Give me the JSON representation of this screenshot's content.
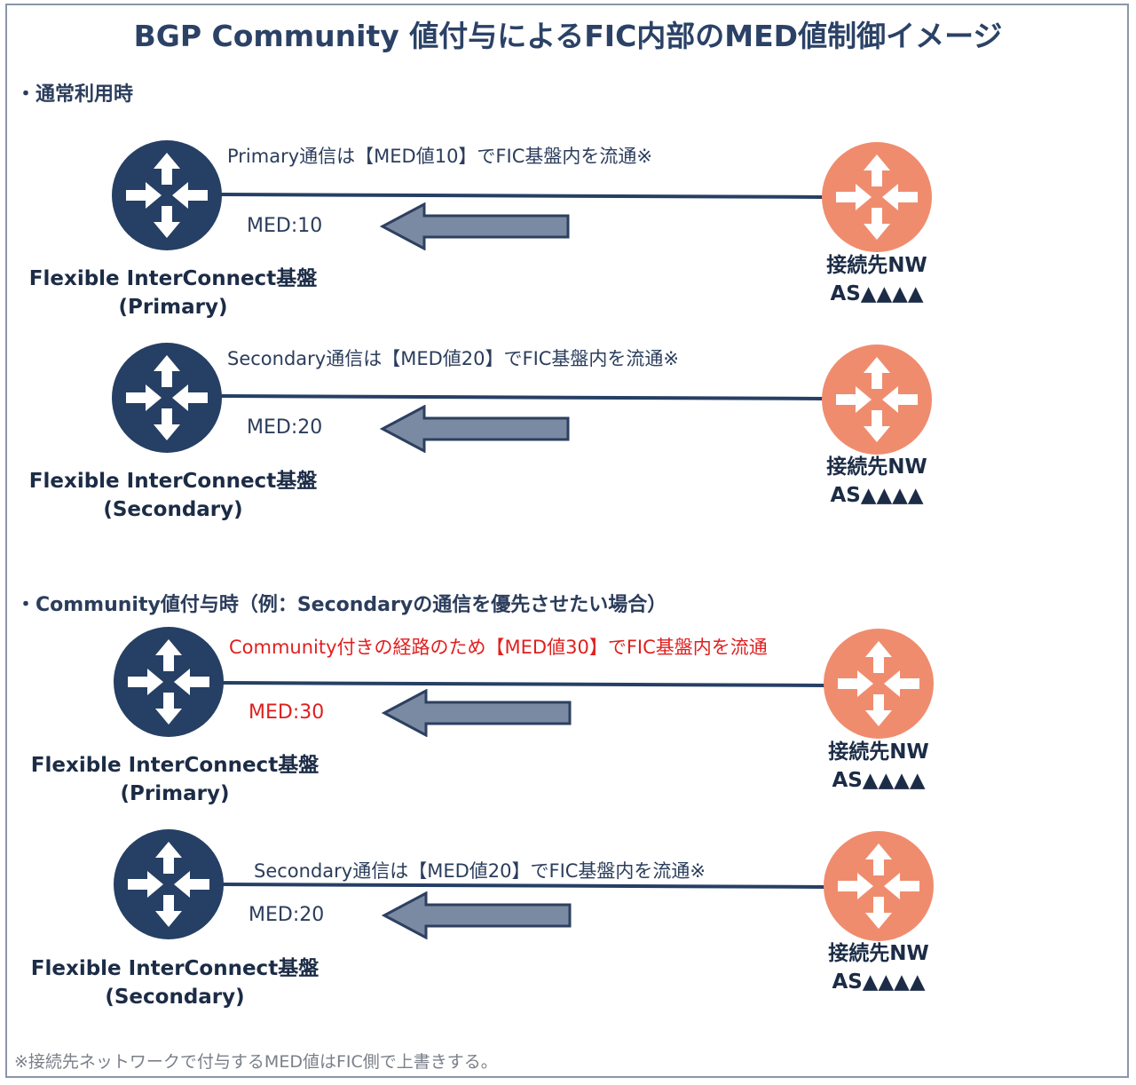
{
  "title": "BGP Community 値付与によるFIC内部のMED値制御イメージ",
  "colors": {
    "fic": "#263f64",
    "peer": "#f08c6e",
    "arrow": "#7a8aa3",
    "highlight": "#e01f1f"
  },
  "icons": {
    "router": "router-arrows-icon",
    "arrow": "left-arrow-icon"
  },
  "sections": [
    {
      "label": "・通常利用時",
      "rows": [
        {
          "route_text": "Primary通信は【MED値10】でFIC基盤内を流通※",
          "med": "MED:10",
          "highlight": false,
          "fic_name_line1": "Flexible InterConnect基盤",
          "fic_name_line2": "(Primary)",
          "peer_line1": "接続先NW",
          "peer_line2": "AS▲▲▲▲"
        },
        {
          "route_text": "Secondary通信は【MED値20】でFIC基盤内を流通※",
          "med": "MED:20",
          "highlight": false,
          "fic_name_line1": "Flexible InterConnect基盤",
          "fic_name_line2": "(Secondary)",
          "peer_line1": "接続先NW",
          "peer_line2": "AS▲▲▲▲"
        }
      ]
    },
    {
      "label": "・Community値付与時（例：Secondaryの通信を優先させたい場合）",
      "rows": [
        {
          "route_text": "Community付きの経路のため【MED値30】でFIC基盤内を流通",
          "med": "MED:30",
          "highlight": true,
          "fic_name_line1": "Flexible InterConnect基盤",
          "fic_name_line2": "(Primary)",
          "peer_line1": "接続先NW",
          "peer_line2": "AS▲▲▲▲"
        },
        {
          "route_text": "Secondary通信は【MED値20】でFIC基盤内を流通※",
          "med": "MED:20",
          "highlight": false,
          "fic_name_line1": "Flexible InterConnect基盤",
          "fic_name_line2": "(Secondary)",
          "peer_line1": "接続先NW",
          "peer_line2": "AS▲▲▲▲"
        }
      ]
    }
  ],
  "footnote": "※接続先ネットワークで付与するMED値はFIC側で上書きする。"
}
